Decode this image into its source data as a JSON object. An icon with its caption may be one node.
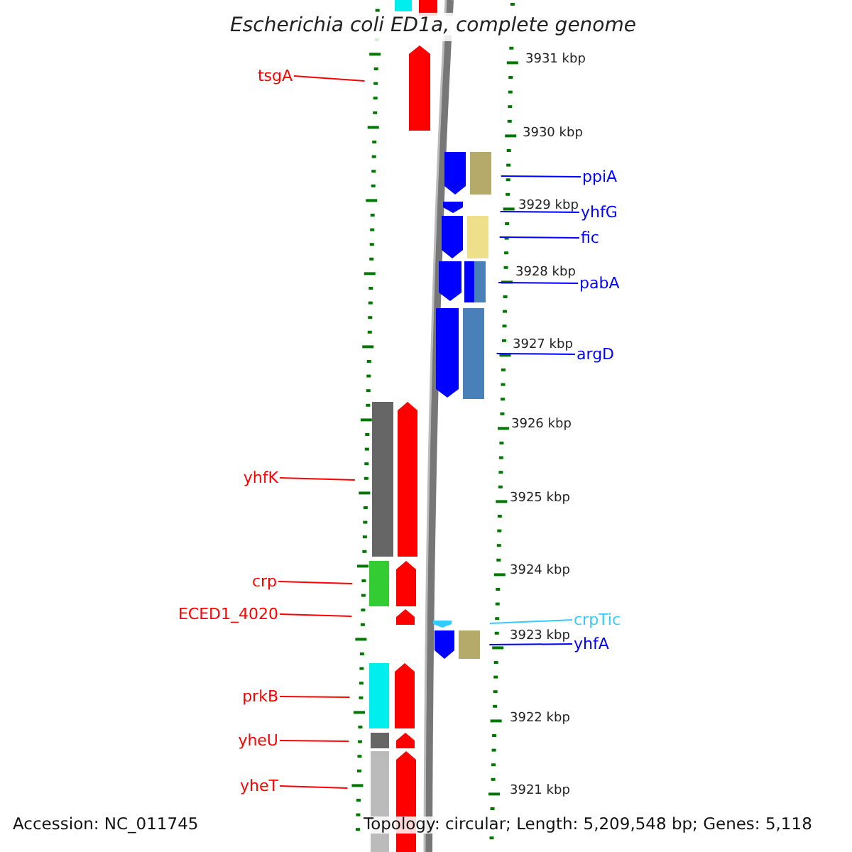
{
  "diagram": {
    "title": "Escherichia coli ED1a, complete genome",
    "nodes": [
      {
        "text": [
          "tsgA"
        ]
      },
      {
        "text": [
          "ppiA"
        ]
      },
      {
        "text": [
          "yhfG"
        ]
      },
      {
        "text": [
          "fic"
        ]
      },
      {
        "text": [
          "pabA"
        ]
      },
      {
        "text": [
          "argD"
        ]
      },
      {
        "text": [
          "yhfK"
        ]
      },
      {
        "text": [
          "crp"
        ]
      },
      {
        "text": [
          "ECED1_4020"
        ]
      },
      {
        "text": [
          "crpTic"
        ]
      },
      {
        "text": [
          "yhfA"
        ]
      },
      {
        "text": [
          "prkB"
        ]
      },
      {
        "text": [
          "yheU"
        ]
      },
      {
        "text": [
          "yheT"
        ]
      }
    ],
    "edges": [
      {
        "from": 0,
        "to": null,
        "arrow": "none"
      },
      {
        "from": 1,
        "to": null,
        "arrow": "none",
        "color": "#0000ff"
      },
      {
        "from": 2,
        "to": null,
        "arrow": "none",
        "color": "#0000ff"
      },
      {
        "from": 3,
        "to": null,
        "arrow": "none",
        "color": "#0000ff"
      },
      {
        "from": 4,
        "to": null,
        "arrow": "none",
        "color": "#0000ff"
      },
      {
        "from": 5,
        "to": null,
        "arrow": "none",
        "color": "#0000ff"
      },
      {
        "from": 6,
        "to": null,
        "arrow": "none"
      },
      {
        "from": 7,
        "to": null,
        "arrow": "none"
      },
      {
        "from": 8,
        "to": null,
        "arrow": "none"
      },
      {
        "from": 9,
        "to": null,
        "arrow": "none",
        "color": "#33ccff"
      },
      {
        "from": 10,
        "to": null,
        "arrow": "none",
        "color": "#0000ff"
      },
      {
        "from": 11,
        "to": null,
        "arrow": "none"
      },
      {
        "from": 12,
        "to": null,
        "arrow": "none"
      },
      {
        "from": 13,
        "to": null,
        "arrow": "none"
      }
    ],
    "labels": [
      "3931 kbp",
      "3930 kbp",
      "3929 kbp",
      "3928 kbp",
      "3927 kbp",
      "3926 kbp",
      "3925 kbp",
      "3924 kbp",
      "3923 kbp",
      "3922 kbp",
      "3921 kbp",
      "Accession: NC_011745",
      "Topology: circular; Length: 5,209,548 bp; Genes: 5,118"
    ]
  }
}
